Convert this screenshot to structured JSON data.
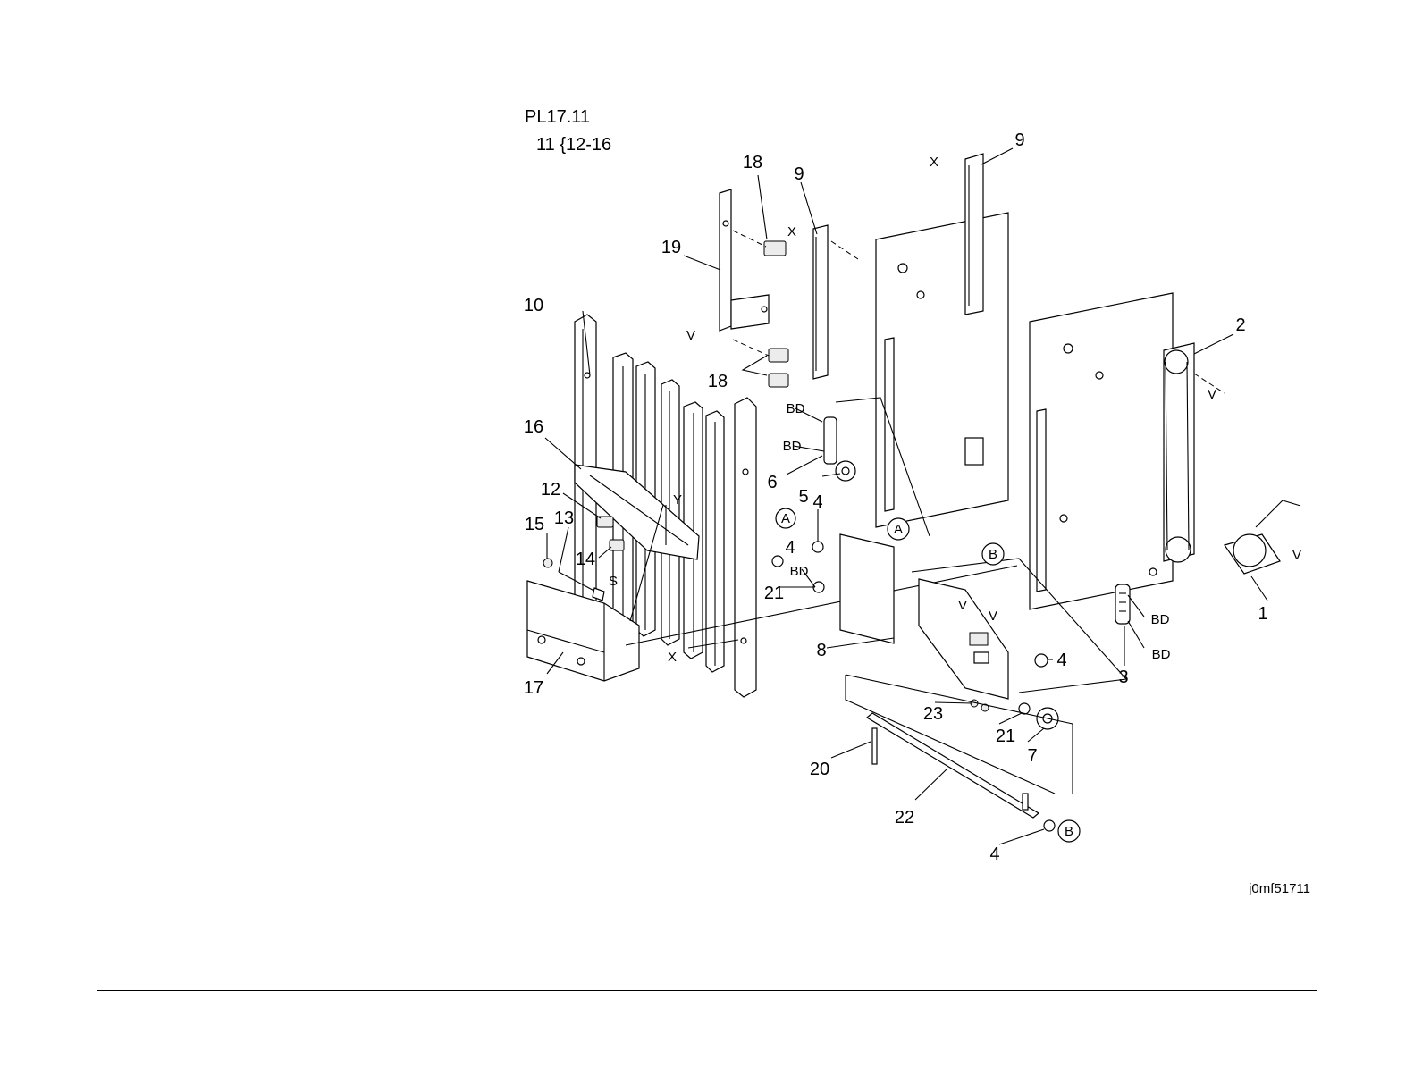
{
  "header": {
    "parts_list": "PL17.11",
    "assembly_note": "11 {12-16"
  },
  "callouts": {
    "c1": "1",
    "c2": "2",
    "c3": "3",
    "c4a": "4",
    "c4b": "4",
    "c4c": "4",
    "c4d": "4",
    "c5": "5",
    "c6": "6",
    "c7": "7",
    "c8": "8",
    "c9a": "9",
    "c9b": "9",
    "c10": "10",
    "c12": "12",
    "c13": "13",
    "c14": "14",
    "c15": "15",
    "c16": "16",
    "c17": "17",
    "c18a": "18",
    "c18b": "18",
    "c19": "19",
    "c20": "20",
    "c21a": "21",
    "c21b": "21",
    "c22": "22",
    "c23": "23"
  },
  "refs": {
    "x1": "X",
    "x2": "X",
    "x3": "X",
    "v1": "V",
    "v2": "V",
    "v3": "V",
    "v4": "V",
    "v5": "V",
    "bd1": "BD",
    "bd2": "BD",
    "bd3": "BD",
    "bd4": "BD",
    "bd5": "BD",
    "y": "Y",
    "s": "S",
    "a1": "A",
    "a2": "A",
    "b1": "B",
    "b2": "B"
  },
  "figure_code": "j0mf51711"
}
